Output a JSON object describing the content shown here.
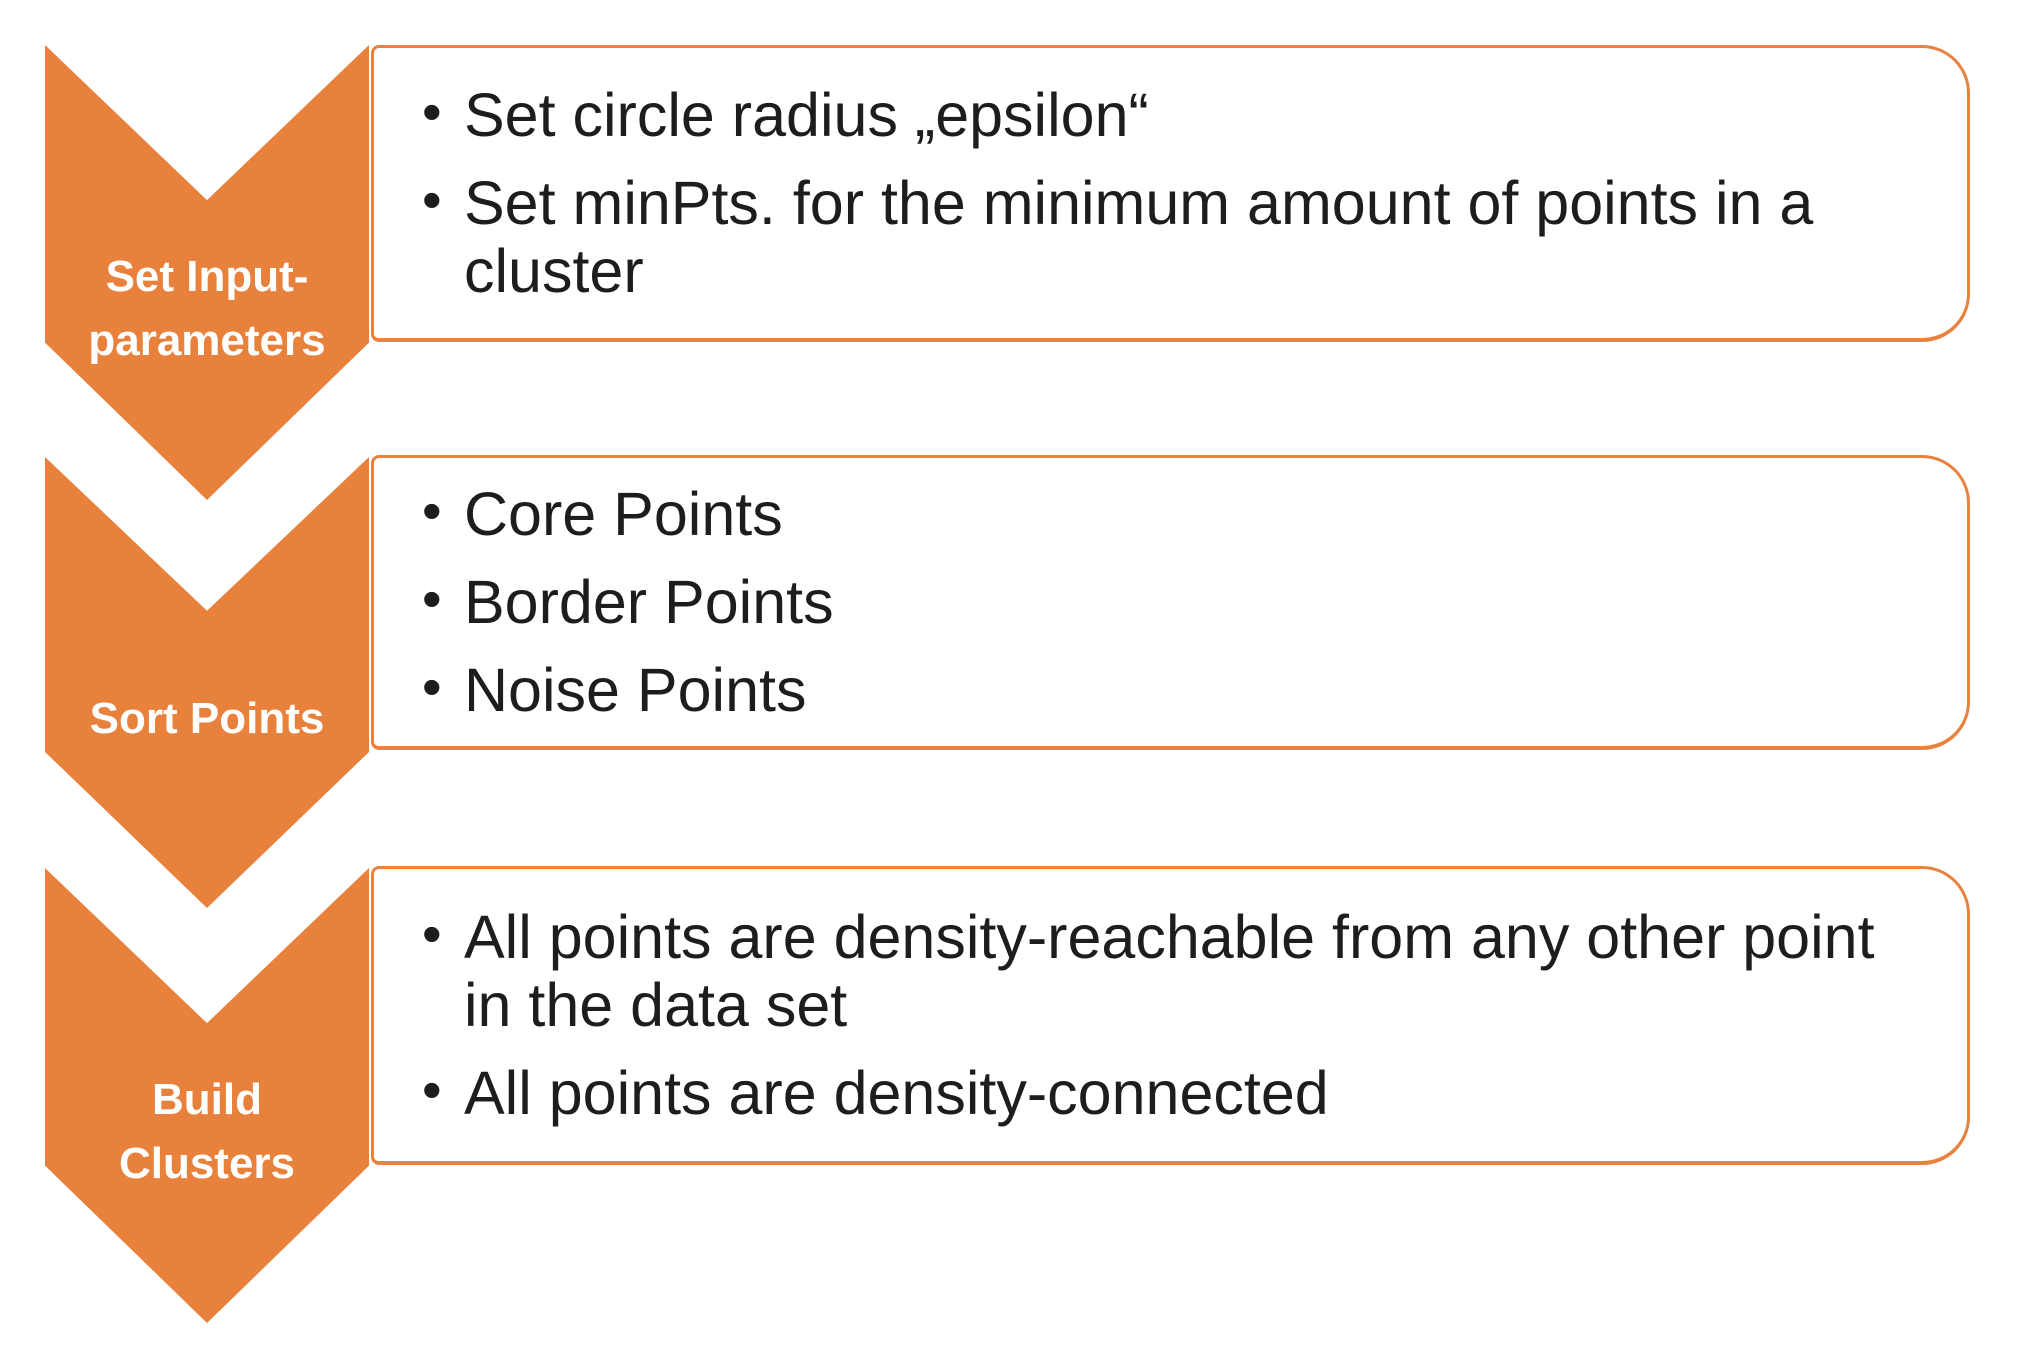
{
  "diagram": {
    "type": "vertical-chevron-list",
    "bullet_glyph": "•",
    "colors": {
      "accent_orange": "#E8813C",
      "box_border": "#E8823E",
      "chevron_label_text": "#FFFFFF",
      "bullet_text": "#1D1D1D",
      "background": "#FFFFFF"
    },
    "steps": [
      {
        "label": "Set Input-parameters",
        "label_lines": [
          "Set Input-",
          "parameters"
        ],
        "bullets": [
          "Set circle radius „epsilon“",
          "Set minPts. for the minimum amount of points in a cluster"
        ]
      },
      {
        "label": "Sort Points",
        "label_lines": [
          "Sort Points"
        ],
        "bullets": [
          "Core Points",
          "Border Points",
          "Noise Points"
        ]
      },
      {
        "label": "Build Clusters",
        "label_lines": [
          "Build",
          "Clusters"
        ],
        "bullets": [
          "All points are density-reachable from any other point in the data set",
          "All points are density-connected"
        ]
      }
    ]
  }
}
